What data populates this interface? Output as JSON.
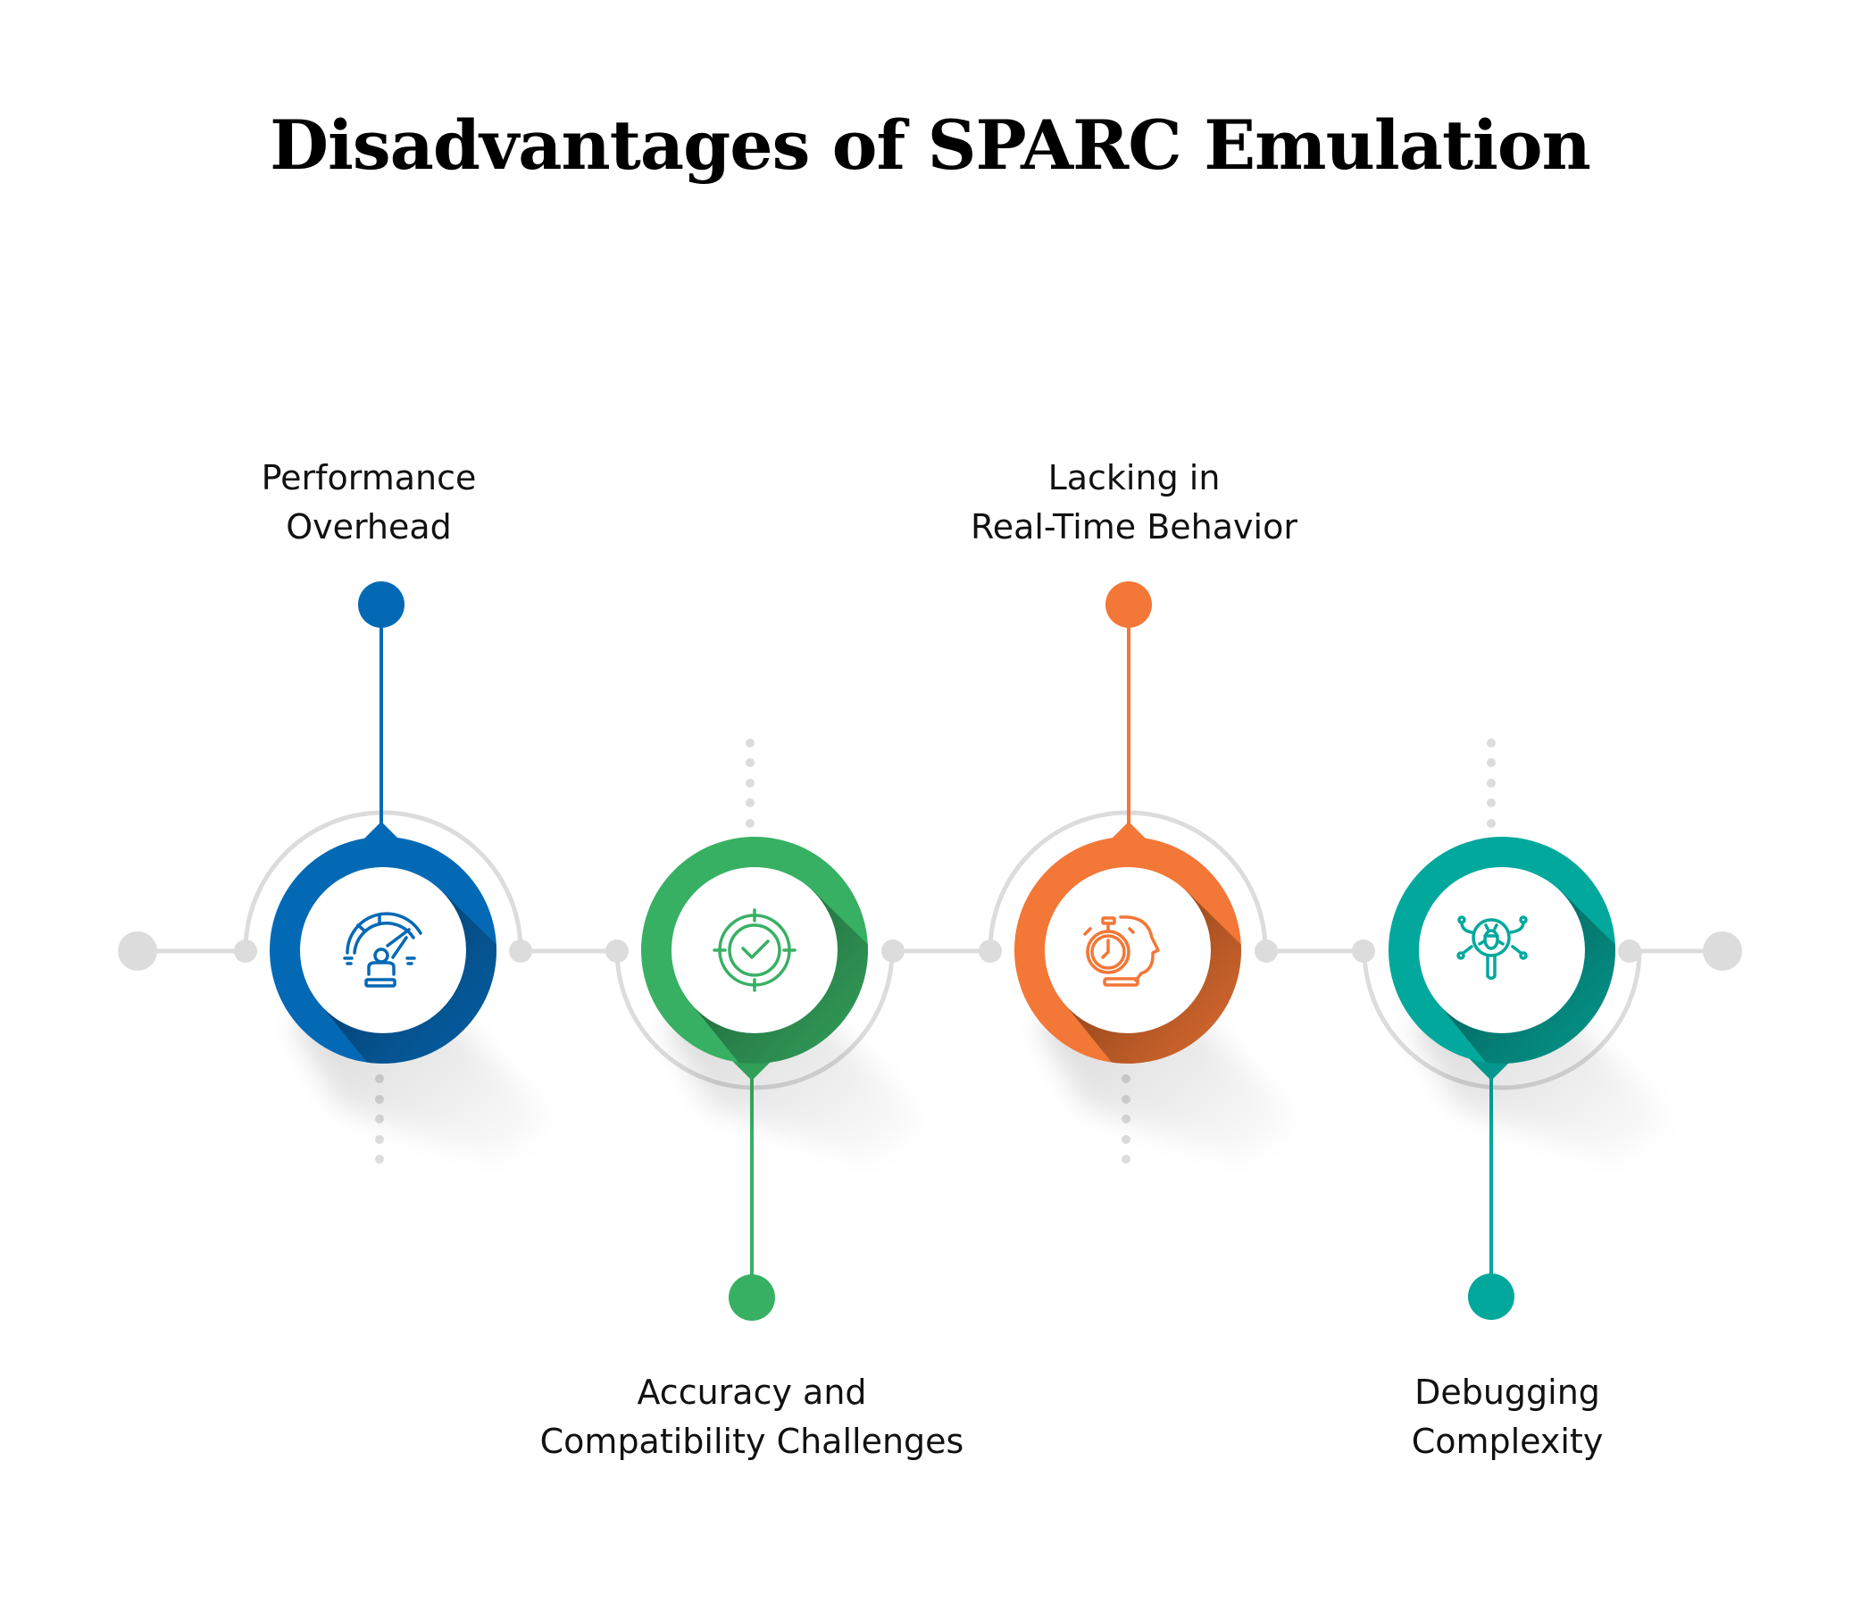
{
  "title": "Disadvantages of SPARC Emulation",
  "theme": {
    "connector_gray": "#DCDCDC",
    "background": "#FFFFFF",
    "text": "#111111"
  },
  "items": [
    {
      "index": 1,
      "label_line1": "Performance",
      "label_line2": "Overhead",
      "label_position": "top",
      "color": "#0469B5",
      "dark": "#0B3D66",
      "icon": "speedometer-person-icon"
    },
    {
      "index": 2,
      "label_line1": "Accuracy and",
      "label_line2": "Compatibility Challenges",
      "label_position": "bottom",
      "color": "#38B063",
      "dark": "#1E5E38",
      "icon": "target-check-icon"
    },
    {
      "index": 3,
      "label_line1": "Lacking in",
      "label_line2": "Real-Time Behavior",
      "label_position": "top",
      "color": "#F37736",
      "dark": "#7A3A14",
      "icon": "stopwatch-head-icon"
    },
    {
      "index": 4,
      "label_line1": "Debugging",
      "label_line2": "Complexity",
      "label_position": "bottom",
      "color": "#02A89C",
      "dark": "#0B5C55",
      "icon": "bug-magnifier-icon"
    }
  ]
}
